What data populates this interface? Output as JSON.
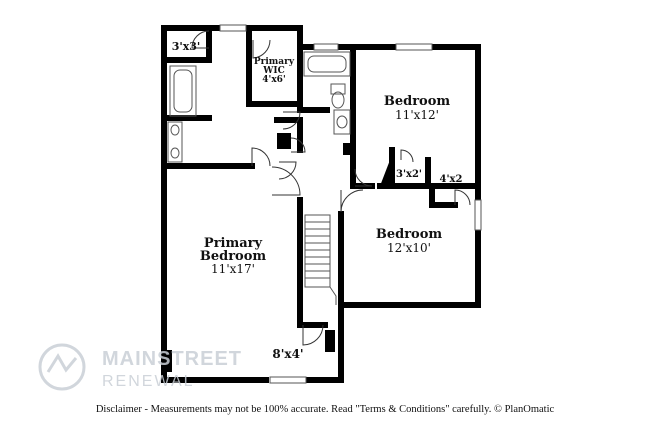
{
  "rooms": {
    "closet_3x3": {
      "label": "3'x3'"
    },
    "primary_wic": {
      "name_line1": "Primary",
      "name_line2": "WIC",
      "dim": "4'x6'"
    },
    "bedroom_upper": {
      "name": "Bedroom",
      "dim": "11'x12'"
    },
    "closet_3x2": {
      "label": "3'x2'"
    },
    "closet_4x2": {
      "label": "4'x2"
    },
    "bedroom_lower": {
      "name": "Bedroom",
      "dim": "12'x10'"
    },
    "primary_bedroom": {
      "name_line1": "Primary",
      "name_line2": "Bedroom",
      "dim": "11'x17'"
    },
    "closet_8x4": {
      "label": "8'x4'"
    }
  },
  "watermark": {
    "line1": "MAINSTREET",
    "line2": "RENEWAL"
  },
  "disclaimer": "Disclaimer - Measurements may not be 100% accurate. Read \"Terms & Conditions\" carefully. © PlanOmatic",
  "colors": {
    "wall": "#000000",
    "fixture": "#555555",
    "watermark": "#c9cfd6"
  }
}
